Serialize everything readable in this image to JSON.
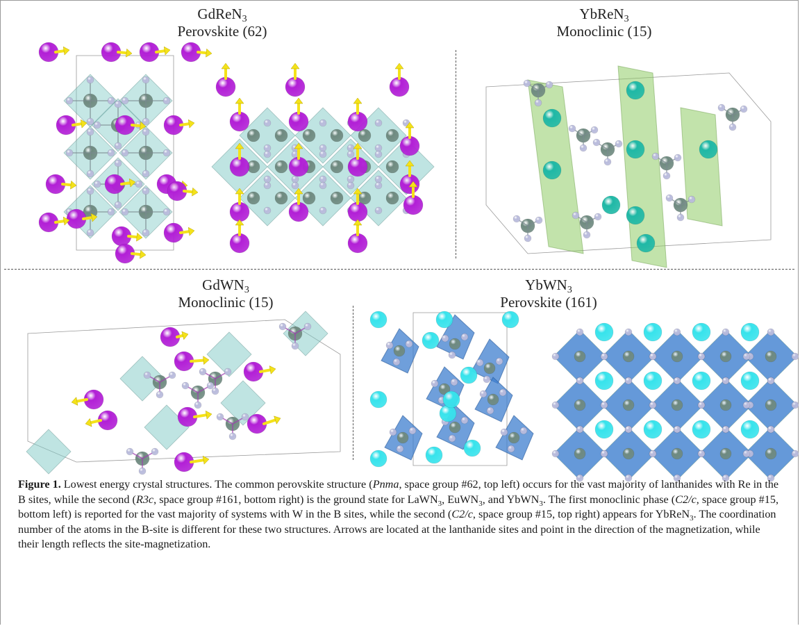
{
  "panels": {
    "top_left": {
      "formula": "GdReN",
      "subscript": "3",
      "phase": "Perovskite (62)"
    },
    "top_right": {
      "formula": "YbReN",
      "subscript": "3",
      "phase": "Monoclinic (15)"
    },
    "bottom_left": {
      "formula": "GdWN",
      "subscript": "3",
      "phase": "Monoclinic (15)"
    },
    "bottom_right": {
      "formula": "YbWN",
      "subscript": "3",
      "phase": "Perovskite (161)"
    }
  },
  "colors": {
    "gd_atom": "#b21fd6",
    "yb_re_atom": "#1fb8a6",
    "yb_w_atom": "#37e3ec",
    "b_site_atom": "#6f8a80",
    "n_atom": "#b9bbdc",
    "arrow": "#f4e21a",
    "octa_teal": "#7fcac6",
    "octa_green": "#8fcc66",
    "octa_blue": "#3f7fcf"
  },
  "caption": {
    "label": "Figure 1.",
    "s1": " Lowest energy crystal structures. The common perovskite structure (",
    "pnma": "Pnma",
    "s2": ", space group #62, top left) occurs for the vast majority of lanthanides with Re in the B sites, while the second (",
    "r3c": "R3c",
    "s3": ", space group #161, bottom right) is the ground state for LaWN",
    "sub3a": "3",
    "s4": ", EuWN",
    "sub3b": "3",
    "s5": ", and YbWN",
    "sub3c": "3",
    "s6": ". The first monoclinic phase (",
    "c2c1": "C2/c",
    "s7": ", space group #15, bottom left) is reported for the vast majority of systems with W in the B sites, while the second (",
    "c2c2": "C2/c",
    "s8": ", space group #15, top right) appears for YbReN",
    "sub3d": "3",
    "s9": ". The coordination number of the atoms in the B-site is different for these two structures. Arrows are located at the lanthanide sites and point in the direction of the magnetization, while their length reflects the site-magnetization."
  }
}
